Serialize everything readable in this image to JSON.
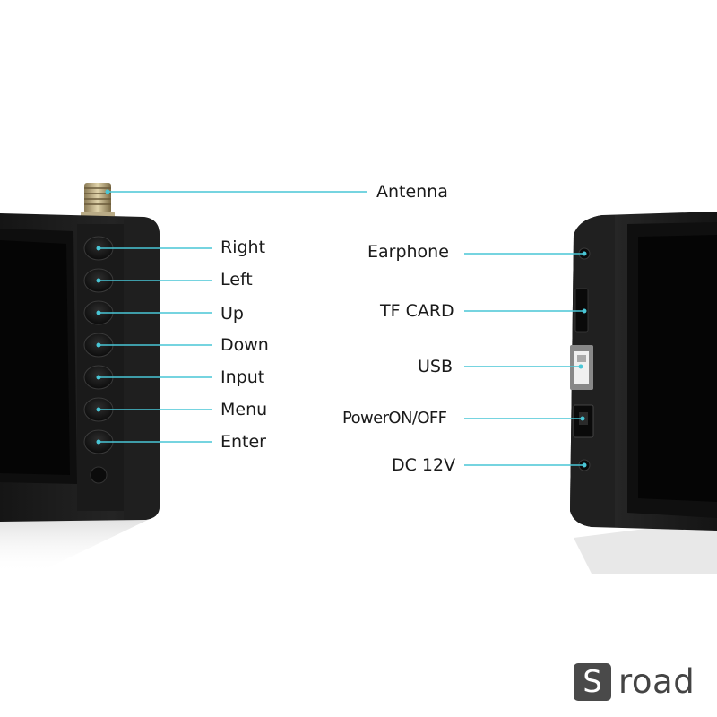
{
  "callouts": {
    "antenna": "Antenna",
    "right": "Right",
    "left": "Left",
    "up": "Up",
    "down": "Down",
    "input": "Input",
    "menu": "Menu",
    "enter": "Enter",
    "earphone": "Earphone",
    "tf_card": "TF CARD",
    "usb": "USB",
    "power": "PowerON/OFF",
    "dc": "DC 12V"
  },
  "logo": {
    "mark": "S",
    "text": "road"
  },
  "colors": {
    "callout_line": "#49c6d6",
    "device_body": "#1c1c1c",
    "screen": "#050505"
  }
}
